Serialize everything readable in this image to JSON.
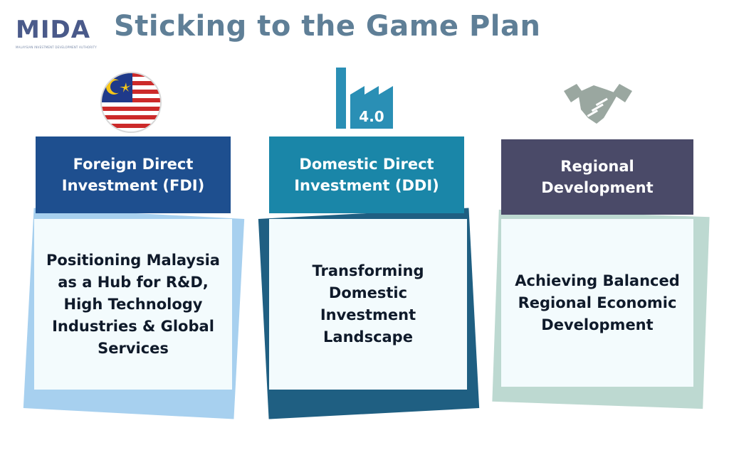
{
  "logo": {
    "text": "MIDA",
    "subtitle": "MALAYSIAN INVESTMENT DEVELOPMENT AUTHORITY"
  },
  "title": "Sticking to the Game Plan",
  "columns": [
    {
      "icon": "malaysia-flag-icon",
      "header": "Foreign Direct Investment (FDI)",
      "body": "Positioning Malaysia as a Hub for R&D, High Technology Industries & Global Services",
      "header_color": "#1e4f8f"
    },
    {
      "icon": "factory-4.0-icon",
      "icon_label": "4.0",
      "header": "Domestic Direct Investment (DDI)",
      "body": "Transforming Domestic Investment Landscape",
      "header_color": "#1a86a8"
    },
    {
      "icon": "handshake-icon",
      "header": "Regional Development",
      "body": "Achieving Balanced Regional Economic Development",
      "header_color": "#4a4a68"
    }
  ]
}
